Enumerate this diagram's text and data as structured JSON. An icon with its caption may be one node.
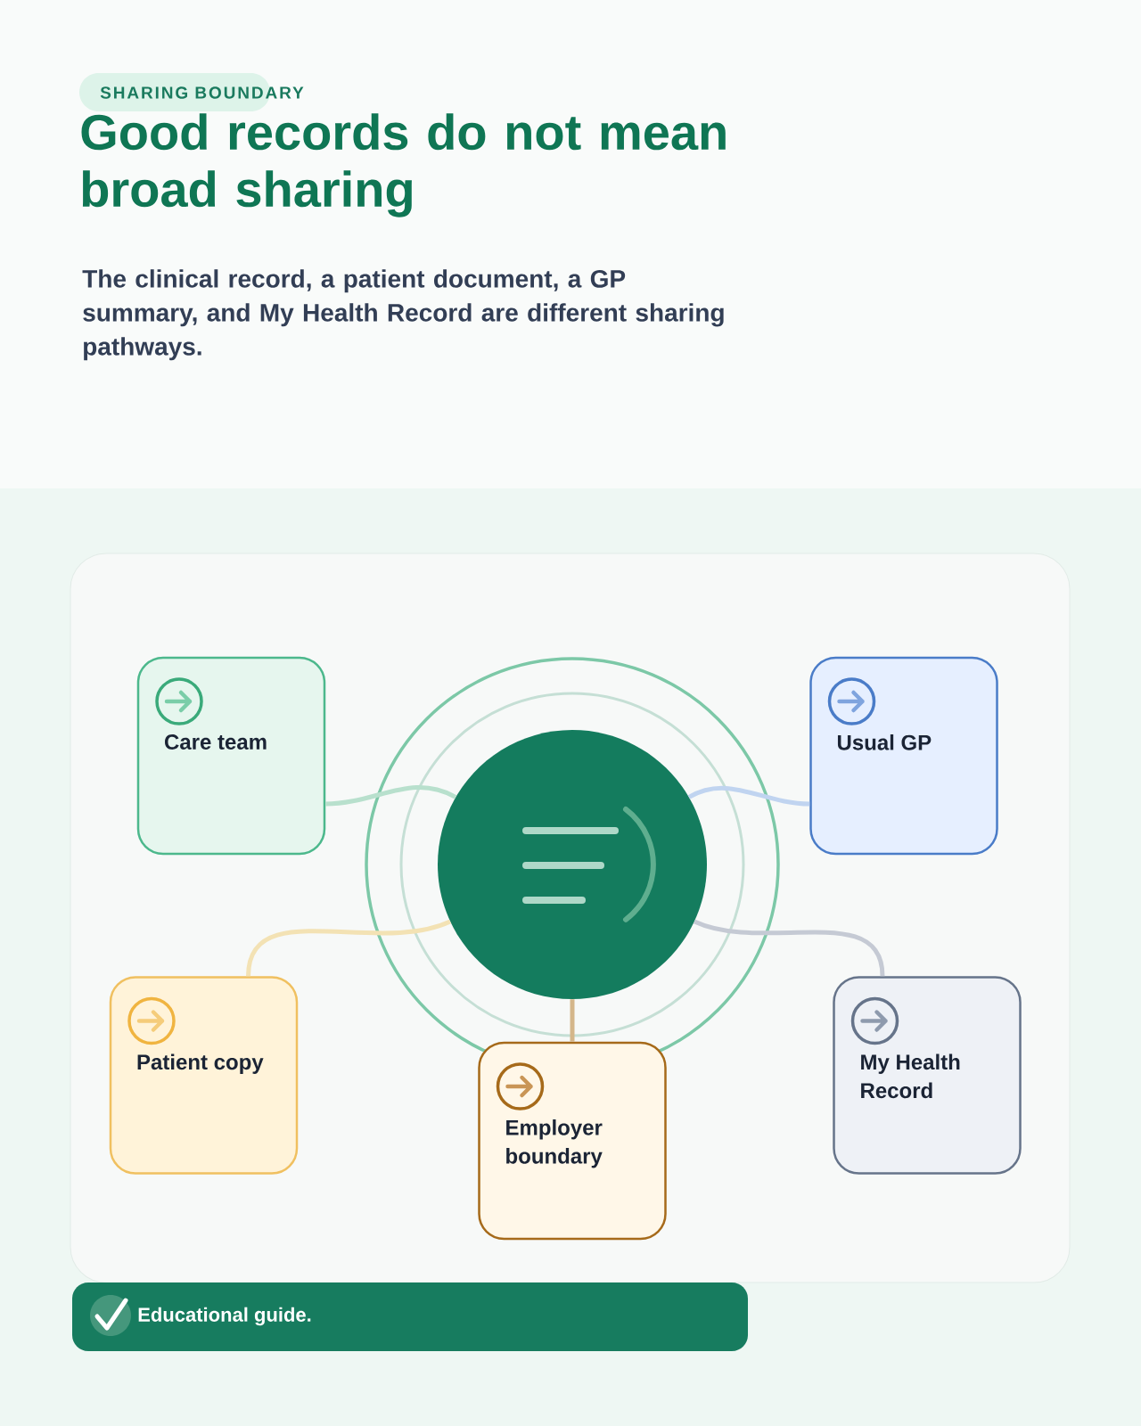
{
  "diagram": {
    "title": "Good records do not mean broad sharing",
    "nodes": [
      {
        "text": [
          "Care team"
        ]
      },
      {
        "text": [
          "Usual GP"
        ]
      },
      {
        "text": [],
        "shape": "circle"
      },
      {
        "text": [
          "Patient copy"
        ]
      },
      {
        "text": [
          "Employer boundary"
        ]
      },
      {
        "text": [
          "My Health Record"
        ]
      }
    ],
    "edges": [
      {
        "from": 2,
        "to": 0,
        "arrow": "none",
        "color": "#b8e0cd"
      },
      {
        "from": 2,
        "to": 1,
        "arrow": "none",
        "color": "#c0d4f0"
      },
      {
        "from": 2,
        "to": 3,
        "arrow": "none",
        "color": "#f3e2b4"
      },
      {
        "from": 2,
        "to": 4,
        "arrow": "none",
        "color": "#d4b68a"
      },
      {
        "from": 2,
        "to": 5,
        "arrow": "none",
        "color": "#c5cad4"
      }
    ],
    "labels": [
      "SHARING BOUNDARY",
      "The clinical record, a patient document, a GP summary, and My Health Record are different sharing pathways.",
      "Educational guide."
    ]
  }
}
